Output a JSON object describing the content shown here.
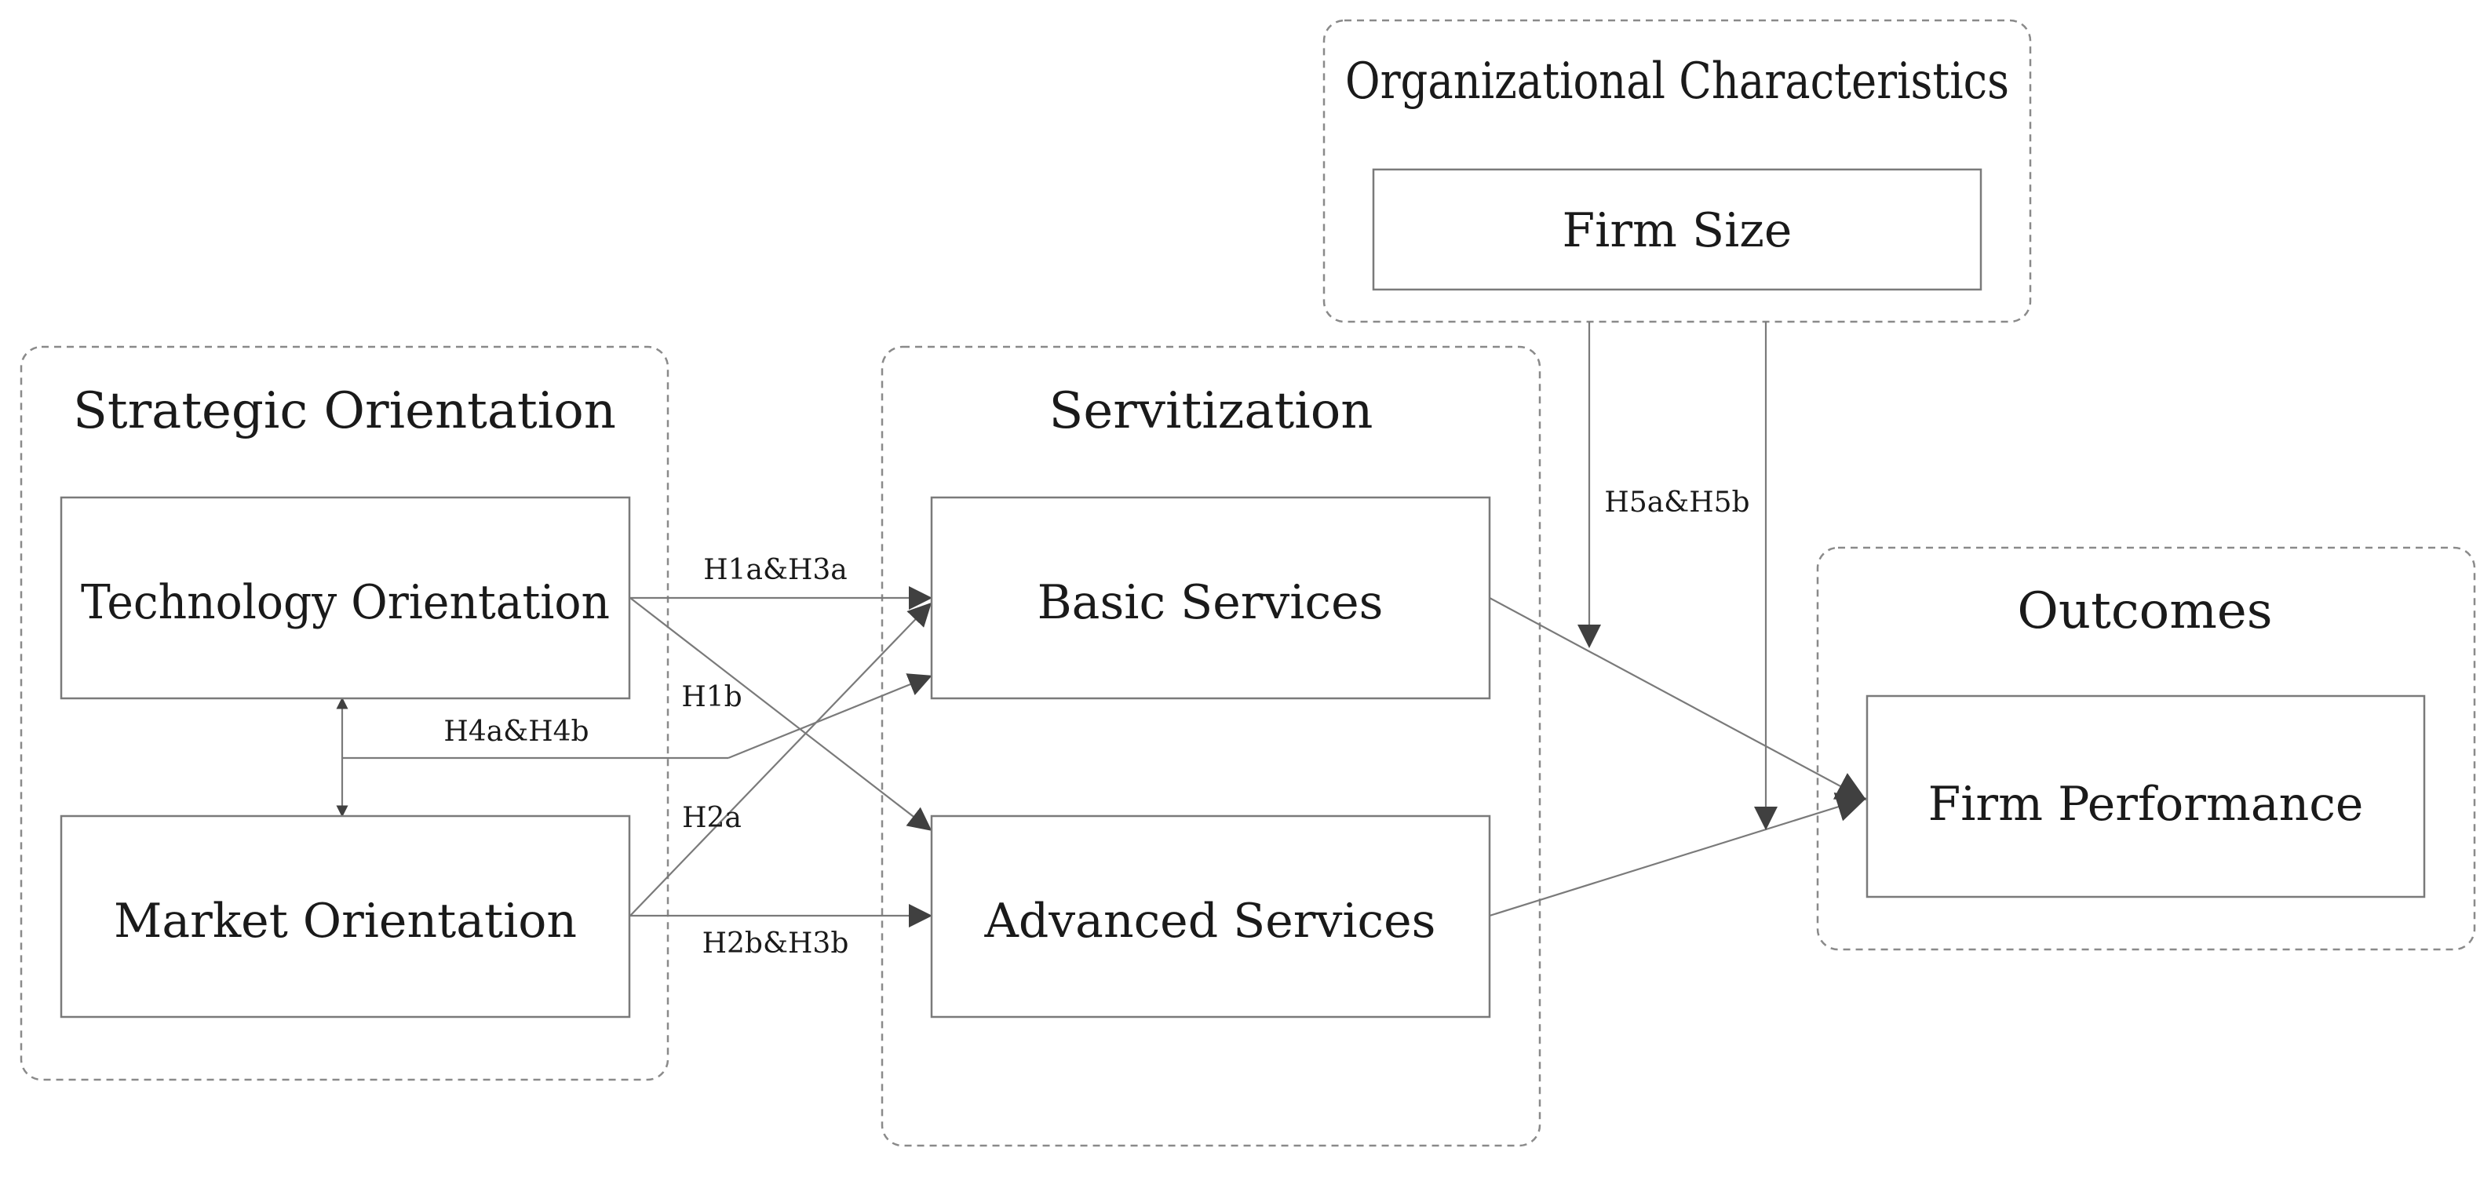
{
  "groups": {
    "strategic_orientation": "Strategic Orientation",
    "servitization": "Servitization",
    "organizational_characteristics": "Organizational Characteristics",
    "outcomes": "Outcomes"
  },
  "nodes": {
    "technology_orientation": "Technology Orientation",
    "market_orientation": "Market Orientation",
    "basic_services": "Basic Services",
    "advanced_services": "Advanced Services",
    "firm_size": "Firm Size",
    "firm_performance": "Firm Performance"
  },
  "hypotheses": {
    "h1a_h3a": "H1a&H3a",
    "h1b": "H1b",
    "h2a": "H2a",
    "h2b_h3b": "H2b&H3b",
    "h4a_h4b": "H4a&H4b",
    "h5a_h5b": "H5a&H5b"
  },
  "colors": {
    "line": "#7a7a7a",
    "arrowhead": "#404040",
    "frame": "#8a8a8a",
    "text": "#1a1a1a"
  }
}
